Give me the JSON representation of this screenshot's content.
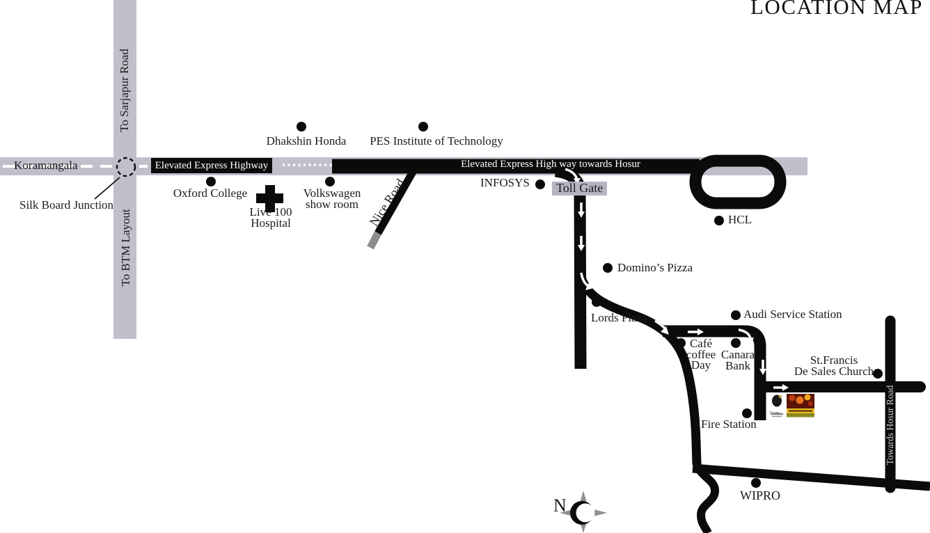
{
  "title": "LOCATION MAP",
  "colors": {
    "road_gray": "#c2bfcb",
    "road_black": "#0b0b0b",
    "toll_box_gray": "#b7b4c2",
    "nice_road_tail_gray": "#8d8d8d",
    "compass_gray": "#8f8f8f"
  },
  "roads": {
    "koramangala": "Koramangala",
    "sarjapur": "To Sarjapur Road",
    "btm": "To BTM Layout",
    "elevated_highway": "Elevated Express Highway",
    "elevated_hosur": "Elevated Express High way towards Hosur",
    "nice_road": "Nice Road",
    "towards_hosur": "Towards Hosur Road"
  },
  "junctions": {
    "silk_board": "Silk Board Junction",
    "toll_gate": "Toll Gate"
  },
  "landmarks": {
    "dhakshin": "Dhakshin Honda",
    "pes": "PES Institute of Technology",
    "oxford": "Oxford College",
    "live100_l1": "Live 100",
    "live100_l2": "Hospital",
    "volkswagen_l1": "Volkswagen",
    "volkswagen_l2": "show room",
    "infosys": "INFOSYS",
    "hcl": "HCL",
    "dominos": "Domino’s Pizza",
    "lords": "Lords Plaza",
    "audi": "Audi Service Station",
    "cafe_l1": "Café",
    "cafe_l2": "coffee",
    "cafe_l3": "Day",
    "canara_l1": "Canara",
    "canara_l2": "Bank",
    "stfrancis_l1": "St.Francis",
    "stfrancis_l2": "De Sales Church",
    "fire": "Fire Station",
    "wipro": "WIPRO"
  },
  "compass": {
    "north": "N"
  },
  "logos": {
    "prestige": "Prestige"
  }
}
